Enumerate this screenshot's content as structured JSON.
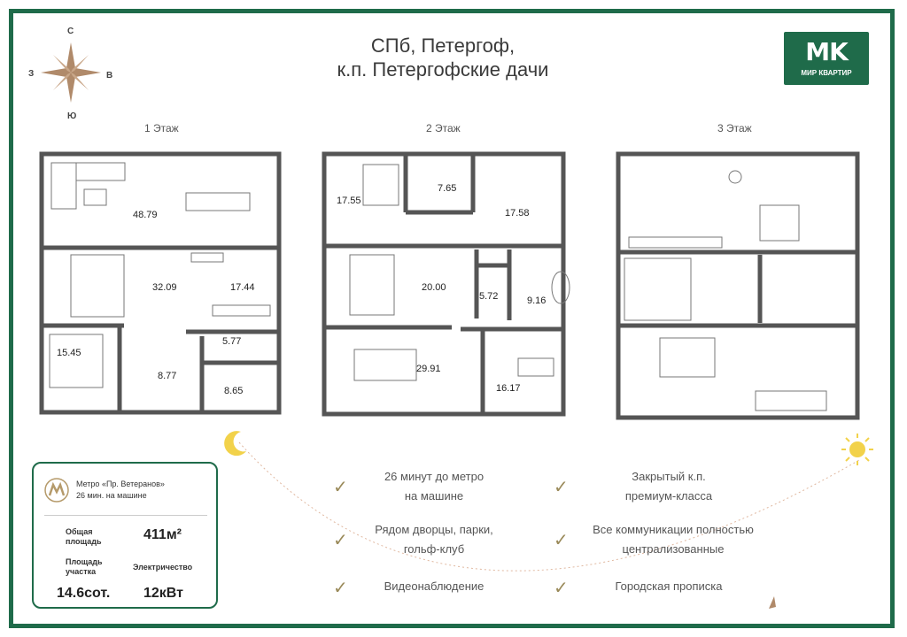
{
  "header": {
    "title_line1": "СПб, Петергоф,",
    "title_line2": "к.п. Петергофские дачи"
  },
  "logo": {
    "mark": "MK",
    "text": "МИР КВАРТИР"
  },
  "compass": {
    "north": "С",
    "south": "Ю",
    "west": "З",
    "east": "В"
  },
  "floors": [
    {
      "label": "1 Этаж",
      "rooms": [
        "48.79",
        "32.09",
        "17.44",
        "15.45",
        "8.77",
        "5.77",
        "8.65"
      ]
    },
    {
      "label": "2 Этаж",
      "rooms": [
        "17.55",
        "7.65",
        "17.58",
        "20.00",
        "5.72",
        "9.16",
        "29.91",
        "16.17"
      ]
    },
    {
      "label": "3 Этаж",
      "rooms": []
    }
  ],
  "info": {
    "metro_name": "Метро «Пр. Ветеранов»",
    "metro_time": "26 мин. на машине",
    "total_area_label_1": "Общая",
    "total_area_label_2": "площадь",
    "total_area_value": "411м²",
    "plot_label_1": "Площадь",
    "plot_label_2": "участка",
    "plot_value": "14.6сот.",
    "power_label": "Электричество",
    "power_value": "12кВт"
  },
  "features": [
    {
      "line1": "26 минут до метро",
      "line2": "на машине"
    },
    {
      "line1": "Закрытый к.п.",
      "line2": "премиум-класса"
    },
    {
      "line1": "Рядом дворцы, парки,",
      "line2": "гольф-клуб"
    },
    {
      "line1": "Все коммуникации полностью",
      "line2": "централизованные"
    },
    {
      "line1": "Видеонаблюдение",
      "line2": ""
    },
    {
      "line1": "Городская прописка",
      "line2": ""
    }
  ],
  "colors": {
    "brand": "#1f6b4a",
    "walls": "#555555",
    "accent": "#9a8a5a",
    "sun": "#f2d24a"
  }
}
